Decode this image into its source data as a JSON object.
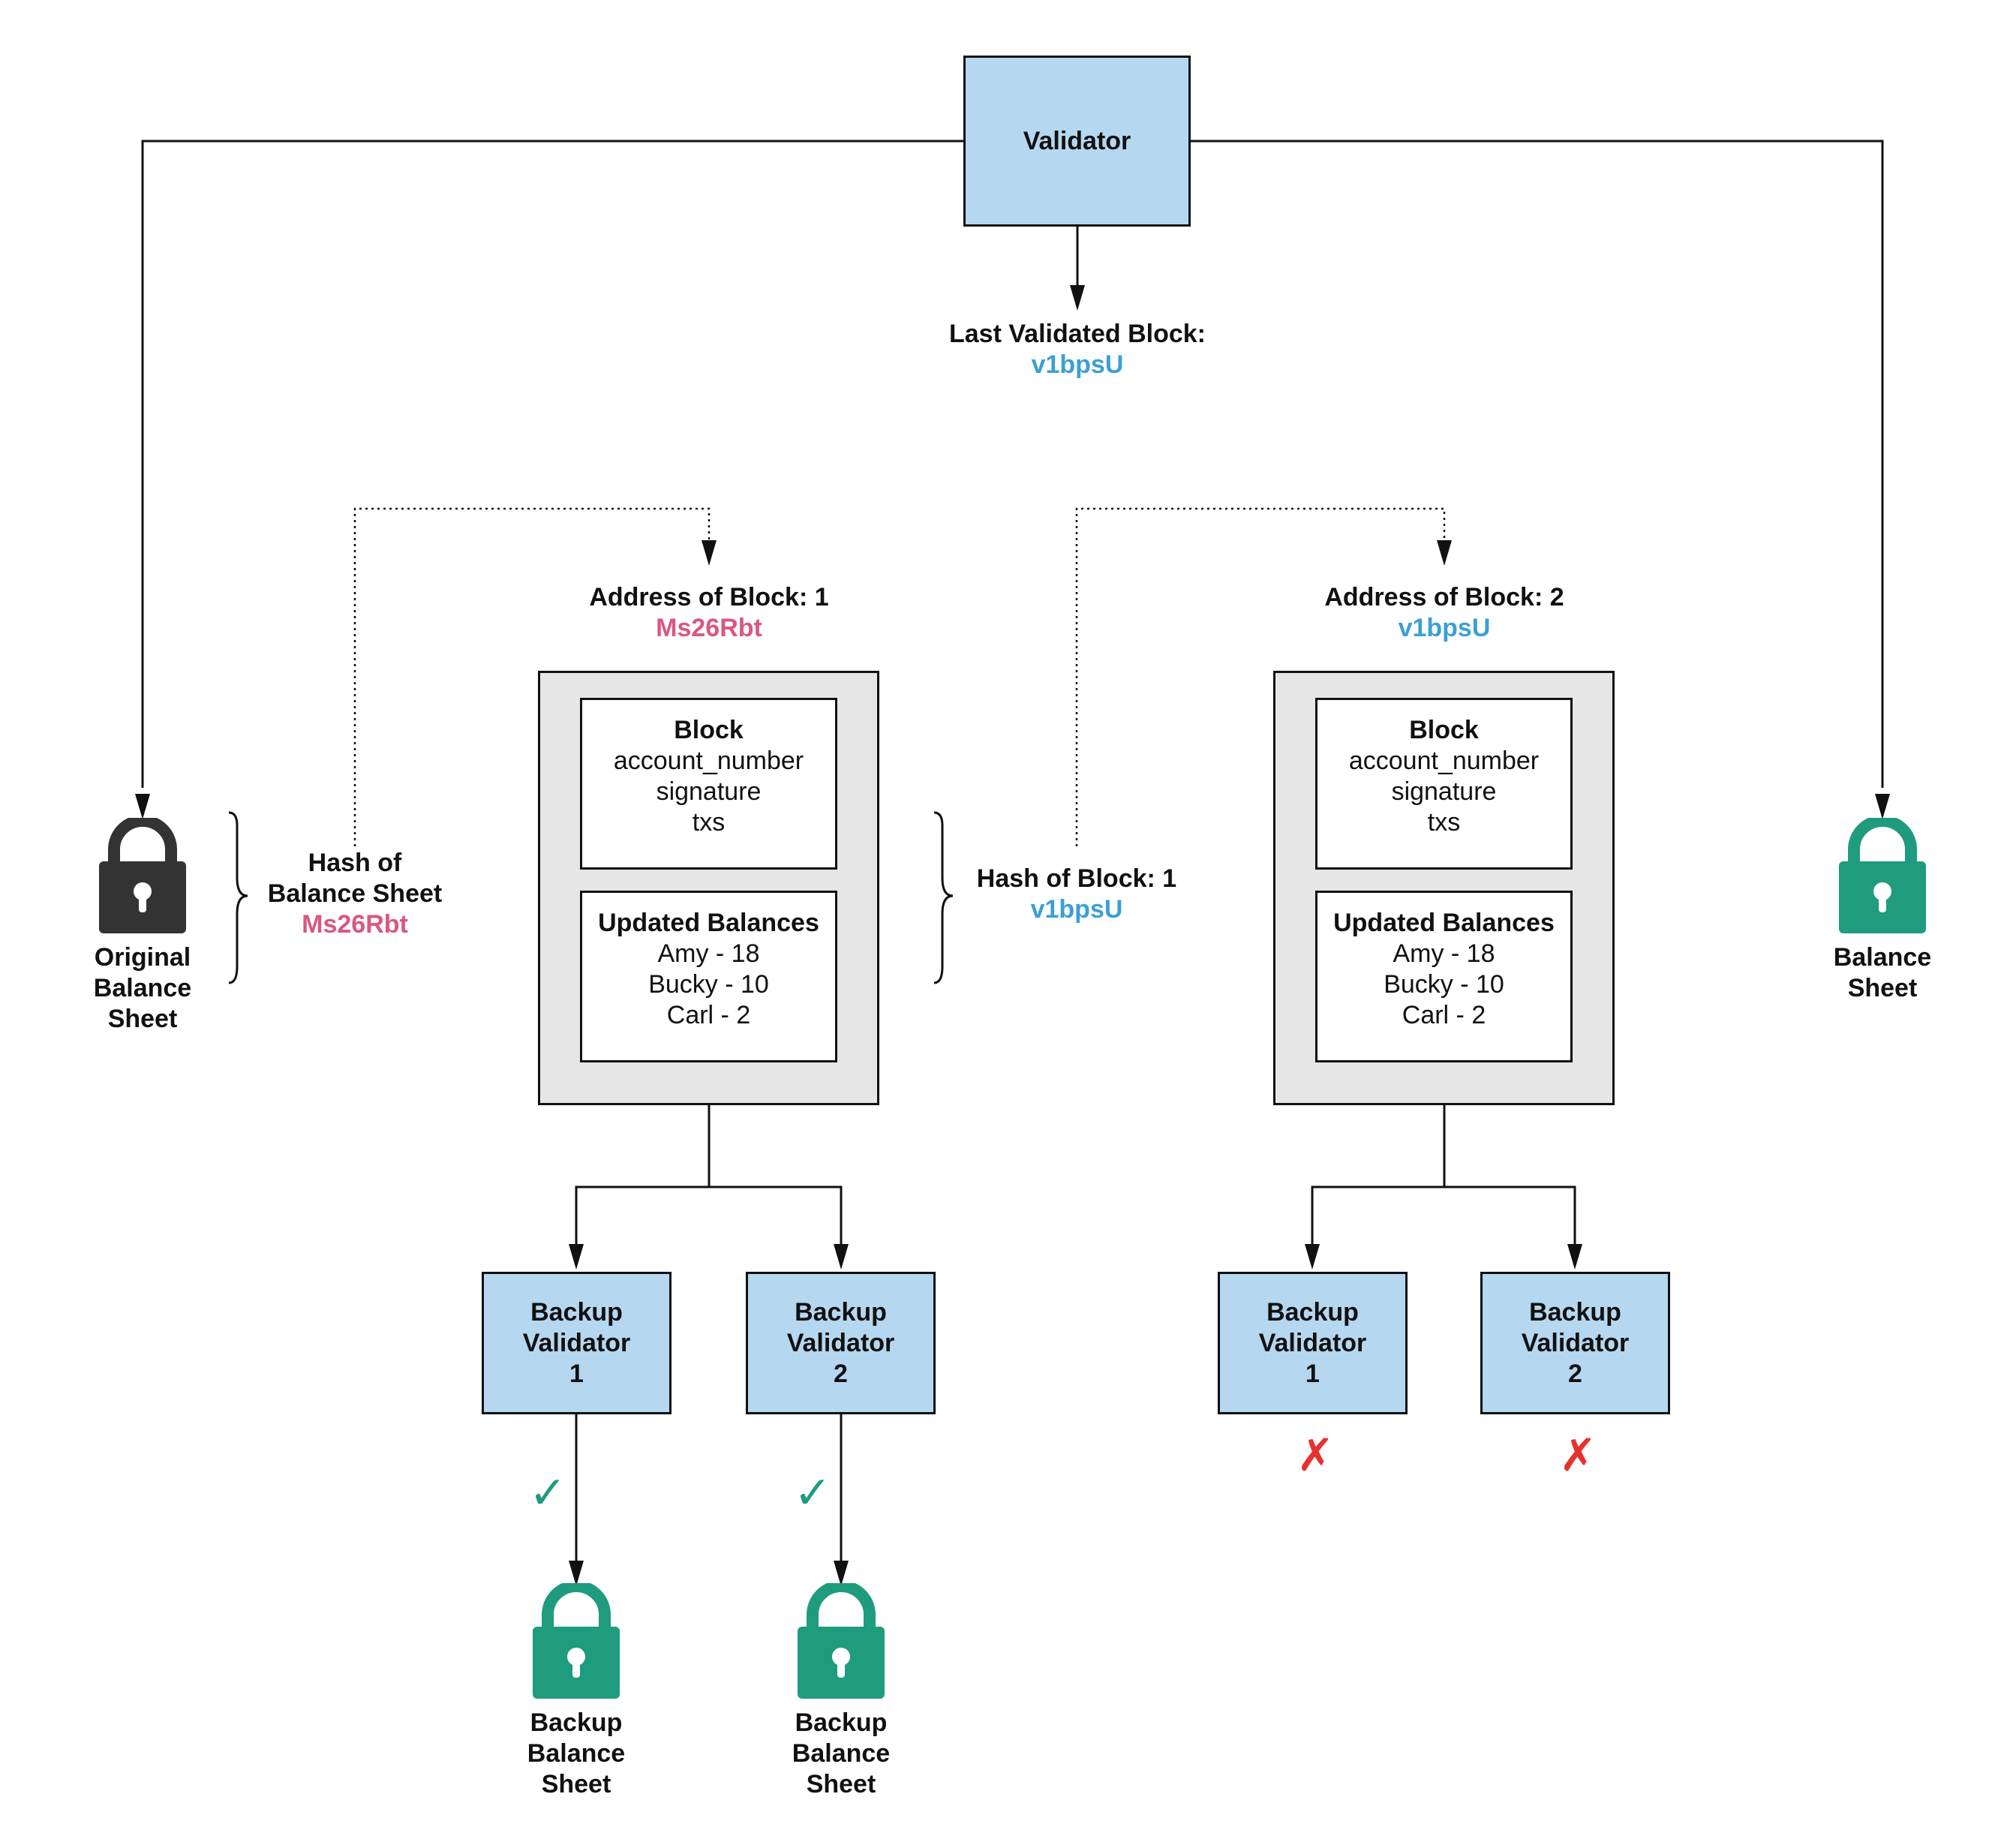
{
  "colors": {
    "validator_fill": "#b5d8f0",
    "block_fill": "#e6e6e6",
    "lock_dark": "#333333",
    "lock_green": "#1f9b7e",
    "hash_pink": "#d9587f",
    "hash_blue": "#3b9fd6",
    "fail_red": "#e8302d"
  },
  "validator": {
    "label": "Validator"
  },
  "last_validated": {
    "title": "Last Validated Block:",
    "hash": "v1bpsU"
  },
  "original_sheet": {
    "line1": "Original",
    "line2": "Balance",
    "line3": "Sheet",
    "icon": "lock-icon"
  },
  "balance_sheet": {
    "line1": "Balance",
    "line2": "Sheet",
    "icon": "lock-icon"
  },
  "hash_balance_sheet": {
    "line1": "Hash of",
    "line2": "Balance Sheet",
    "hash": "Ms26Rbt"
  },
  "hash_block_1": {
    "title": "Hash of Block: 1",
    "hash": "v1bpsU"
  },
  "blocks": [
    {
      "address_title": "Address of Block: 1",
      "address_hash": "Ms26Rbt",
      "block_title": "Block",
      "fields": [
        "account_number",
        "signature",
        "txs"
      ],
      "balances_title": "Updated Balances",
      "balances": [
        "Amy - 18",
        "Bucky - 10",
        "Carl - 2"
      ]
    },
    {
      "address_title": "Address of Block: 2",
      "address_hash": "v1bpsU",
      "block_title": "Block",
      "fields": [
        "account_number",
        "signature",
        "txs"
      ],
      "balances_title": "Updated Balances",
      "balances": [
        "Amy - 18",
        "Bucky - 10",
        "Carl - 2"
      ]
    }
  ],
  "backup_validators": [
    {
      "line1": "Backup",
      "line2": "Validator",
      "line3": "1",
      "status": "check"
    },
    {
      "line1": "Backup",
      "line2": "Validator",
      "line3": "2",
      "status": "check"
    },
    {
      "line1": "Backup",
      "line2": "Validator",
      "line3": "1",
      "status": "cross"
    },
    {
      "line1": "Backup",
      "line2": "Validator",
      "line3": "2",
      "status": "cross"
    }
  ],
  "backup_sheets": [
    {
      "line1": "Backup",
      "line2": "Balance",
      "line3": "Sheet",
      "icon": "lock-icon"
    },
    {
      "line1": "Backup",
      "line2": "Balance",
      "line3": "Sheet",
      "icon": "lock-icon"
    }
  ],
  "marks": {
    "check": "✓",
    "cross": "✗"
  }
}
